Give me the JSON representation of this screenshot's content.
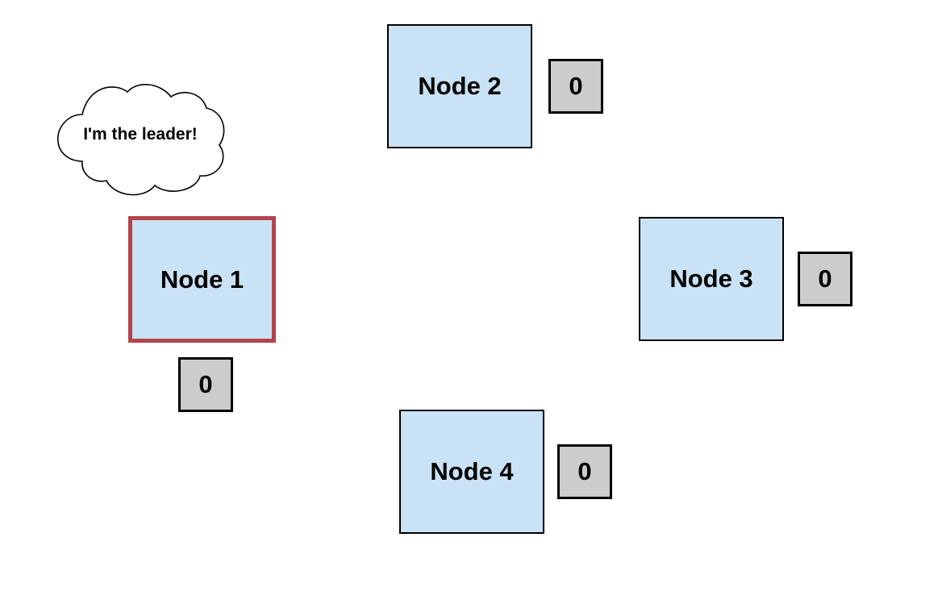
{
  "nodes": [
    {
      "label": "Node 1",
      "counter": "0",
      "leader": true
    },
    {
      "label": "Node 2",
      "counter": "0",
      "leader": false
    },
    {
      "label": "Node 3",
      "counter": "0",
      "leader": false
    },
    {
      "label": "Node 4",
      "counter": "0",
      "leader": false
    }
  ],
  "leader_bubble": {
    "text": "I'm the leader!"
  },
  "colors": {
    "node_fill": "#c9e2f5",
    "leader_border": "#b5434a",
    "counter_fill": "#cccccc"
  }
}
